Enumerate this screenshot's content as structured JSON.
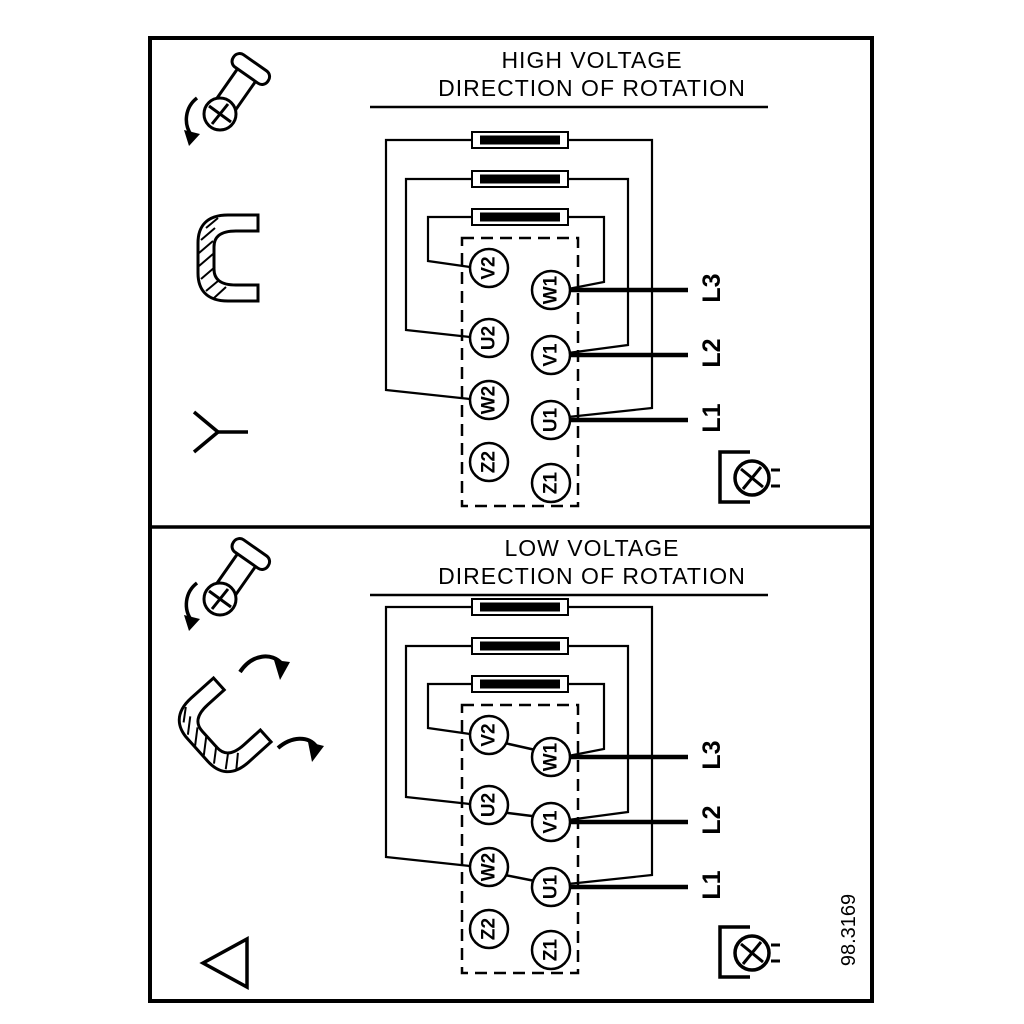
{
  "figure_number": "98.3169",
  "high_panel": {
    "title_line1": "HIGH VOLTAGE",
    "title_line2": "DIRECTION OF ROTATION",
    "connection": "star",
    "terminals_left": [
      "V2",
      "U2",
      "W2",
      "Z2"
    ],
    "terminals_right": [
      "W1",
      "V1",
      "U1",
      "Z1"
    ],
    "supply_lines": [
      "L3",
      "L2",
      "L1"
    ]
  },
  "low_panel": {
    "title_line1": "LOW VOLTAGE",
    "title_line2": "DIRECTION OF ROTATION",
    "connection": "delta",
    "terminals_left": [
      "V2",
      "U2",
      "W2",
      "Z2"
    ],
    "terminals_right": [
      "W1",
      "V1",
      "U1",
      "Z1"
    ],
    "supply_lines": [
      "L3",
      "L2",
      "L1"
    ]
  },
  "icons": {
    "top_left_high": "screw-rotation-icon",
    "mid_left_high": "jumper-bar-icon",
    "symbol_high": "star-connection-symbol",
    "top_left_low": "screw-rotation-icon",
    "mid_left_low": "jumper-bar-exploded-icon",
    "symbol_low": "delta-connection-symbol",
    "bottom_right": "terminal-screw-icon"
  },
  "colors": {
    "ink": "#000000",
    "paper": "#ffffff"
  }
}
